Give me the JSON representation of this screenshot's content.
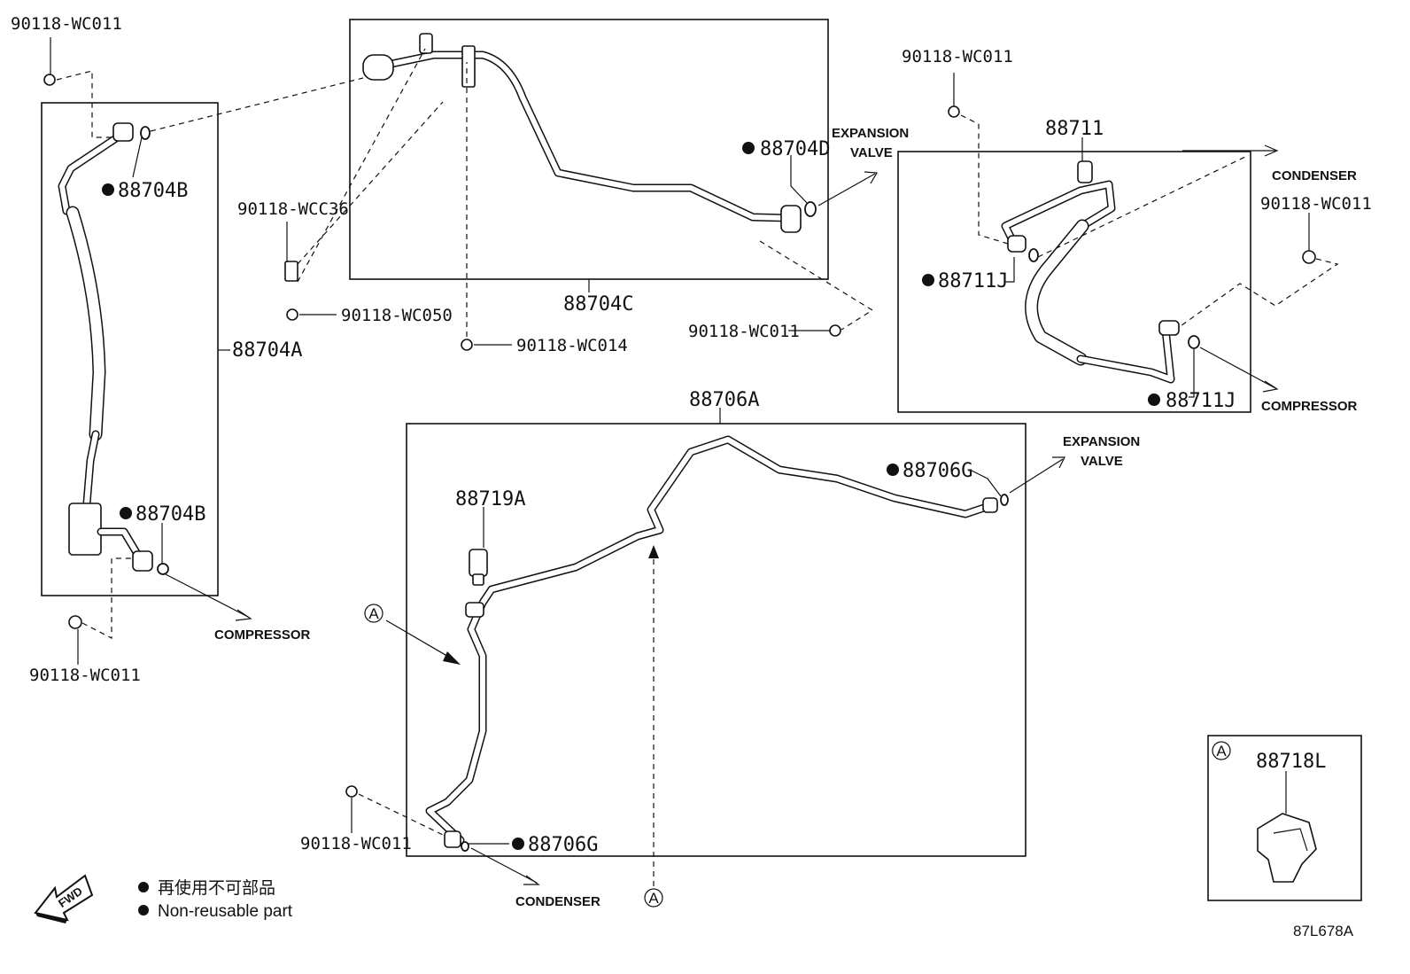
{
  "labels": {
    "p88704B_top": "88704B",
    "p88704B_bot": "88704B",
    "p88704A": "88704A",
    "p88704C": "88704C",
    "p88704D": "88704D",
    "p88711": "88711",
    "p88711J_l": "88711J",
    "p88711J_r": "88711J",
    "p88706A": "88706A",
    "p88706G_top": "88706G",
    "p88706G_bot": "88706G",
    "p88719A": "88719A",
    "p88718L": "88718L",
    "b_wc011_tl": "90118-WC011",
    "b_wc011_bl": "90118-WC011",
    "b_wcc36": "90118-WCC36",
    "b_wc050": "90118-WC050",
    "b_wc014": "90118-WC014",
    "b_wc011_mid": "90118-WC011",
    "b_wc011_tr": "90118-WC011",
    "b_wc011_r": "90118-WC011",
    "b_wc011_low": "90118-WC011"
  },
  "destinations": {
    "expansion_valve_1a": "EXPANSION",
    "expansion_valve_1b": "VALVE",
    "expansion_valve_2a": "EXPANSION",
    "expansion_valve_2b": "VALVE",
    "condenser_1": "CONDENSER",
    "condenser_2": "CONDENSER",
    "compressor_1": "COMPRESSOR",
    "compressor_2": "COMPRESSOR"
  },
  "callouts": {
    "a1": "A",
    "a2": "A",
    "a3": "A"
  },
  "legend": {
    "jp": "再使用不可部品",
    "en": "Non-reusable part",
    "fwd": "FWD"
  },
  "diagram_code": "87L678A"
}
